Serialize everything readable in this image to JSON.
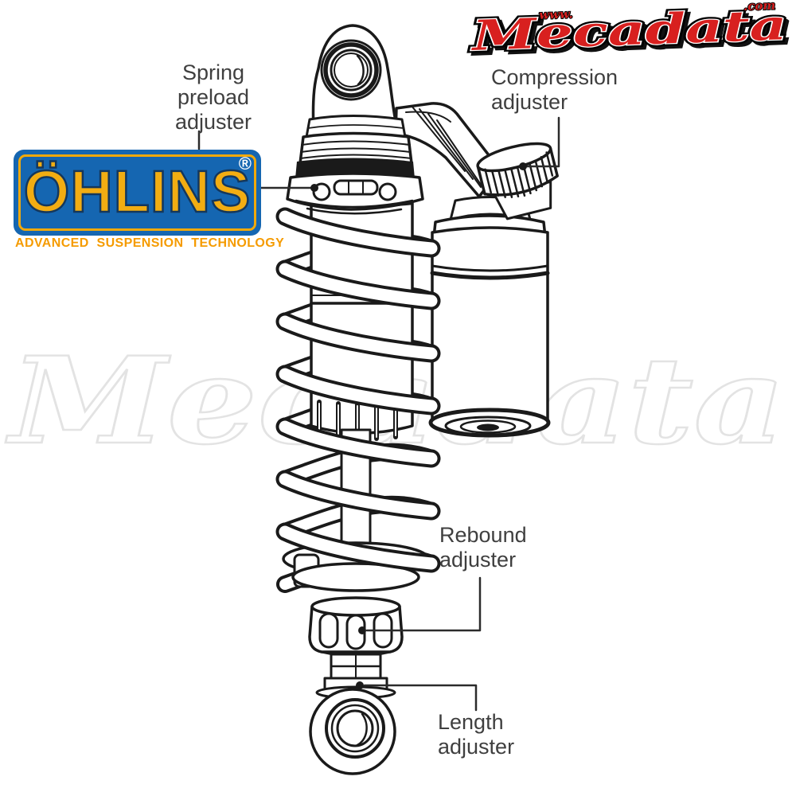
{
  "branding": {
    "mecadata": {
      "www": "www.",
      "name": "Mecadata",
      "tld": ".com",
      "red": "#D8201F"
    },
    "ohlins": {
      "wordmark": "ÖHLINS",
      "registered": "®",
      "tagline": "ADVANCED SUSPENSION TECHNOLOGY",
      "panel_color": "#1566B1",
      "gold_color": "#F2A90A"
    }
  },
  "watermark": {
    "text": "Mecadata",
    "color": "#E3E3E3"
  },
  "callouts": {
    "spring_preload": {
      "lines": [
        "Spring",
        "preload",
        "adjuster"
      ]
    },
    "compression": {
      "lines": [
        "Compression",
        "adjuster"
      ]
    },
    "rebound": {
      "lines": [
        "Rebound",
        "adjuster"
      ]
    },
    "length": {
      "lines": [
        "Length",
        "adjuster"
      ]
    }
  },
  "illustration": {
    "subject": "Öhlins rear shock absorber with piggyback reservoir",
    "line_color": "#1A1A1A"
  }
}
